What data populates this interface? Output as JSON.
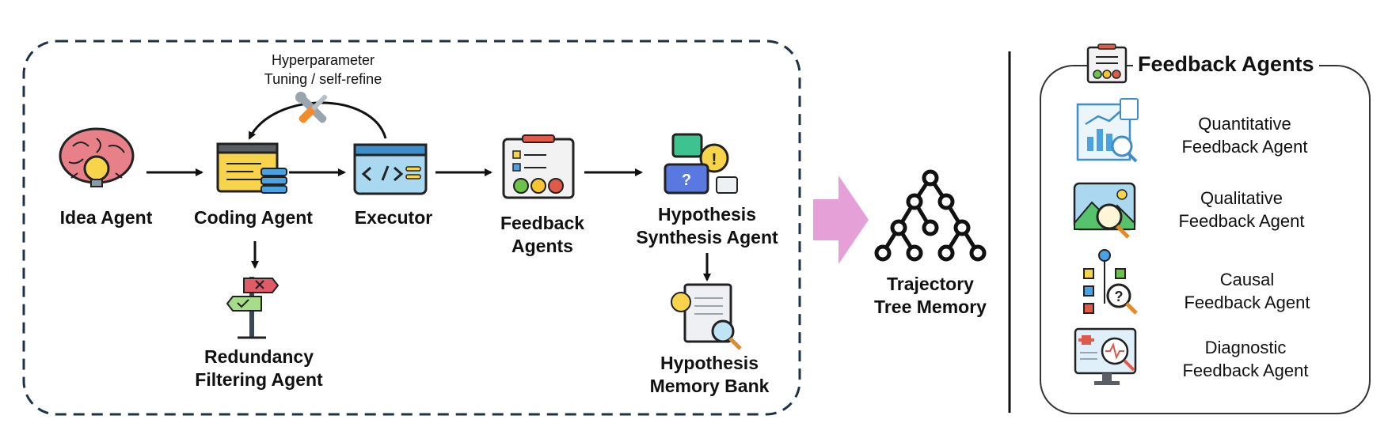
{
  "workflow": {
    "idea_agent": "Idea Agent",
    "coding_agent": "Coding Agent",
    "executor": "Executor",
    "feedback_agents": [
      "Feedback",
      "Agents"
    ],
    "hypothesis_synthesis": [
      "Hypothesis",
      "Synthesis Agent"
    ],
    "redundancy_filtering": [
      "Redundancy",
      "Filtering Agent"
    ],
    "hypothesis_memory": [
      "Hypothesis",
      "Memory Bank"
    ],
    "loop_label": [
      "Hyperparameter",
      "Tuning / self-refine"
    ]
  },
  "output": {
    "trajectory": [
      "Trajectory",
      "Tree Memory"
    ]
  },
  "feedback_panel": {
    "title": "Feedback Agents",
    "agents": [
      {
        "lines": [
          "Quantitative",
          "Feedback Agent"
        ],
        "icon": "chart-analysis-icon"
      },
      {
        "lines": [
          "Qualitative",
          "Feedback Agent"
        ],
        "icon": "image-inspect-icon"
      },
      {
        "lines": [
          "Causal",
          "Feedback Agent"
        ],
        "icon": "causal-graph-icon"
      },
      {
        "lines": [
          "Diagnostic",
          "Feedback Agent"
        ],
        "icon": "medical-monitor-icon"
      }
    ]
  },
  "colors": {
    "dashed_border": "#1c3347",
    "big_arrow": "#e6a0d8",
    "accent_blue": "#4aa3e0"
  }
}
